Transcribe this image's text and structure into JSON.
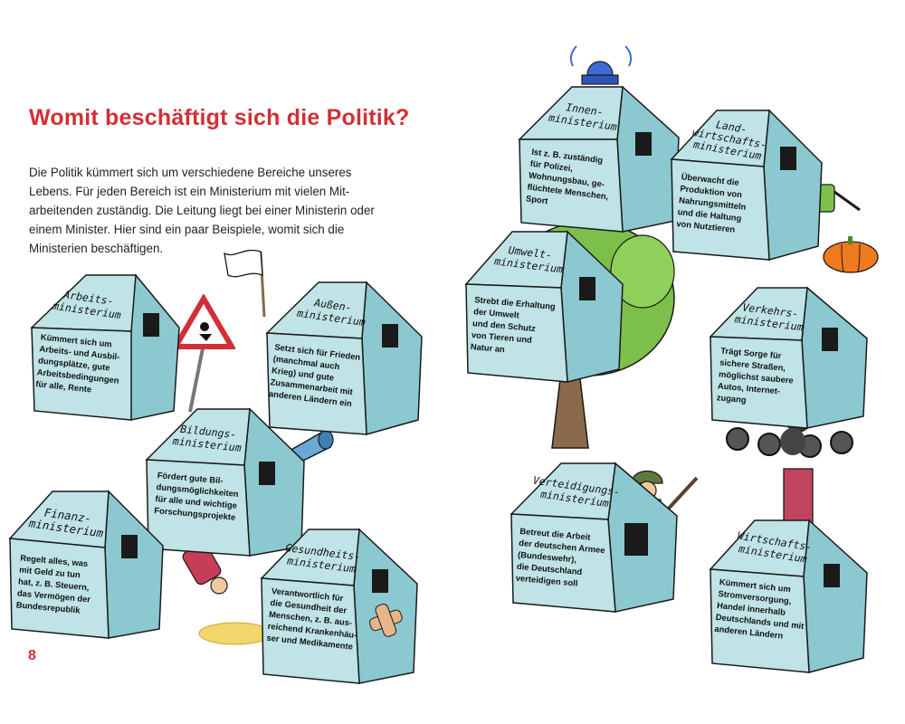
{
  "page": {
    "title": "Womit beschäftigt sich die Politik?",
    "intro_lines": [
      "Die Politik kümmert sich um verschiedene Bereiche unseres",
      "Lebens. Für jeden Bereich ist ein Ministerium mit vielen Mit-",
      "arbeitenden zuständig. Die Leitung liegt bei einer Ministerin oder",
      "einem Minister. Hier sind ein paar Beispiele, womit sich die",
      "Ministerien beschäftigen."
    ],
    "page_number": "8"
  },
  "colors": {
    "accent": "#d32f34",
    "house_front": "#bfe3e6",
    "house_side": "#8cc8cf",
    "roof": "#6fb7bf",
    "outline": "#1a1a1a"
  },
  "ministries": [
    {
      "id": "arbeit",
      "name_lines": [
        "Arbeits-",
        "ministerium"
      ],
      "desc_lines": [
        "Kümmert sich um",
        "Arbeits- und Ausbil-",
        "dungsplätze, gute",
        "Arbeitsbedingungen",
        "für alle, Rente"
      ]
    },
    {
      "id": "aussen",
      "name_lines": [
        "Außen-",
        "ministerium"
      ],
      "desc_lines": [
        "Setzt sich für Frieden",
        "(manchmal auch",
        "Krieg) und gute",
        "Zusammenarbeit mit",
        "anderen Ländern ein"
      ]
    },
    {
      "id": "bildung",
      "name_lines": [
        "Bildungs-",
        "ministerium"
      ],
      "desc_lines": [
        "Fördert gute Bil-",
        "dungsmöglichkeiten",
        "für alle und wichtige",
        "Forschungsprojekte"
      ]
    },
    {
      "id": "finanz",
      "name_lines": [
        "Finanz-",
        "ministerium"
      ],
      "desc_lines": [
        "Regelt alles, was",
        "mit Geld zu tun",
        "hat, z. B. Steuern,",
        "das Vermögen der",
        "Bundesrepublik"
      ]
    },
    {
      "id": "gesundheit",
      "name_lines": [
        "Gesundheits-",
        "ministerium"
      ],
      "desc_lines": [
        "Verantwortlich für",
        "die Gesundheit der",
        "Menschen, z. B. aus-",
        "reichend Krankenhäu-",
        "ser und Medikamente"
      ]
    },
    {
      "id": "innen",
      "name_lines": [
        "Innen-",
        "ministerium"
      ],
      "desc_lines": [
        "Ist z. B. zuständig",
        "für Polizei,",
        "Wohnungsbau, ge-",
        "flüchtete Menschen,",
        "Sport"
      ]
    },
    {
      "id": "landwirtschaft",
      "name_lines": [
        "Land-",
        "wirtschafts-",
        "ministerium"
      ],
      "desc_lines": [
        "Überwacht die",
        "Produktion von",
        "Nahrungsmitteln",
        "und die Haltung",
        "von Nutztieren"
      ]
    },
    {
      "id": "umwelt",
      "name_lines": [
        "Umwelt-",
        "ministerium"
      ],
      "desc_lines": [
        "Strebt die Erhaltung",
        "der Umwelt",
        "und den Schutz",
        "von Tieren und",
        "Natur an"
      ]
    },
    {
      "id": "verkehr",
      "name_lines": [
        "Verkehrs-",
        "ministerium"
      ],
      "desc_lines": [
        "Trägt Sorge für",
        "sichere Straßen,",
        "möglichst saubere",
        "Autos, Internet-",
        "zugang"
      ]
    },
    {
      "id": "verteidigung",
      "name_lines": [
        "Verteidigungs-",
        "ministerium"
      ],
      "desc_lines": [
        "Betreut die Arbeit",
        "der deutschen Armee",
        "(Bundeswehr),",
        "die Deutschland",
        "verteidigen soll"
      ]
    },
    {
      "id": "wirtschaft",
      "name_lines": [
        "Wirtschafts-",
        "ministerium"
      ],
      "desc_lines": [
        "Kümmert sich um",
        "Stromversorgung,",
        "Handel innerhalb",
        "Deutschlands und mit",
        "anderen Ländern"
      ]
    }
  ]
}
